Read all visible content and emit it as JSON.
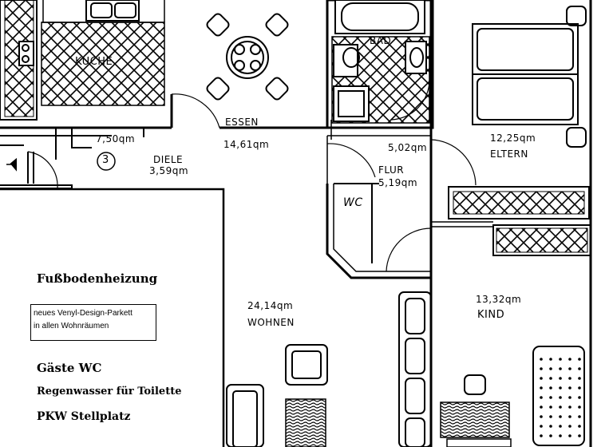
{
  "rooms": {
    "kueche": {
      "name": "KUCHE"
    },
    "essen": {
      "name": "ESSEN",
      "area": "14,61qm"
    },
    "bad": {
      "name": "BAD",
      "area": "5,02qm"
    },
    "eltern": {
      "name": "ELTERN",
      "area": "12,25qm"
    },
    "diele": {
      "name": "DIELE",
      "area": "3,59qm"
    },
    "kueche_area": "7,50qm",
    "flur": {
      "name": "FLUR",
      "area": "5,19qm"
    },
    "wc": {
      "name": "WC"
    },
    "wohnen": {
      "name": "WOHNEN",
      "area": "24,14qm"
    },
    "kind": {
      "name": "KIND",
      "area": "13,32qm"
    },
    "marker": "3"
  },
  "features": {
    "heating": "Fußbodenheizung",
    "parquet_line1": "neues Venyl-Design-Parkett",
    "parquet_line2": "in allen Wohnräumen",
    "guest_wc": "Gäste WC",
    "rainwater": "Regenwasser für Toilette",
    "parking": "PKW Stellplatz"
  }
}
